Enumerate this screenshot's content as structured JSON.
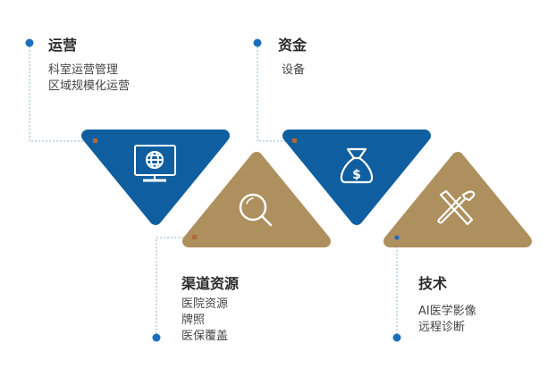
{
  "colors": {
    "blue": "#0f5fa0",
    "tan": "#ae8f5e",
    "dot_blue": "#1a6fbd",
    "dot_orange": "#b06a3a",
    "line": "#8fb3d3"
  },
  "blocks": [
    {
      "title": "运营",
      "items": [
        "科室运营管理",
        "区域规模化运营"
      ],
      "icon": "monitor-globe-icon"
    },
    {
      "title": "资金",
      "items": [
        "设备"
      ],
      "icon": "money-bag-icon"
    },
    {
      "title": "渠道资源",
      "items": [
        "医院资源",
        "牌照",
        "医保覆盖"
      ],
      "icon": "magnifier-icon"
    },
    {
      "title": "技术",
      "items": [
        "AI医学影像",
        "远程诊断"
      ],
      "icon": "tools-icon"
    }
  ]
}
